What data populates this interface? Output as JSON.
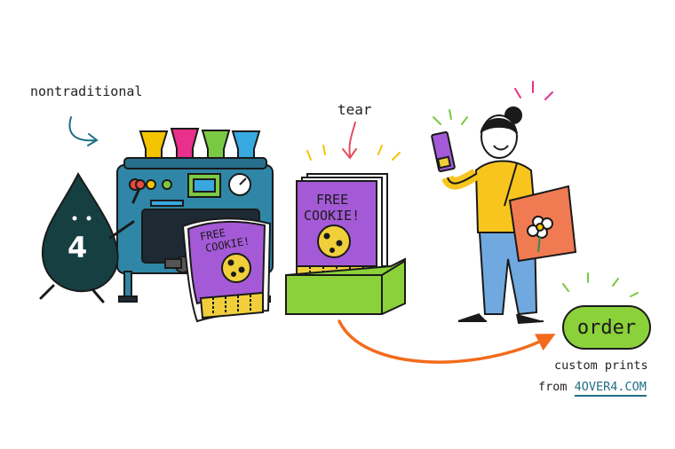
{
  "labels": {
    "nontraditional": "nontraditional",
    "tear": "tear",
    "custom_prints": "custom prints",
    "from": "from",
    "brand": "4OVER4.COM"
  },
  "order_badge": {
    "label": "order"
  },
  "mascot": {
    "number": "4"
  },
  "flyer": {
    "line1": "FREE",
    "line2": "COOKIE!"
  },
  "printout": {
    "line1": "FREE",
    "line2": "COOKIE!"
  },
  "colors": {
    "ink_cyan": "#38a8e0",
    "ink_magenta": "#e8308c",
    "ink_yellow": "#f5c400",
    "ink_green": "#7ac943",
    "machine": "#2f86a6",
    "flyer_purple": "#a45ad6",
    "tab_yellow": "#f0cf3a",
    "arrow_orange": "#f26b1d",
    "order_green": "#8bd13a",
    "mascot": "#163f42",
    "bag": "#f07a52",
    "shirt": "#f7c51e",
    "pants": "#6fa9df"
  },
  "icons": [
    "pressure-gauge-icon",
    "flower-icon",
    "cookie-icon"
  ]
}
